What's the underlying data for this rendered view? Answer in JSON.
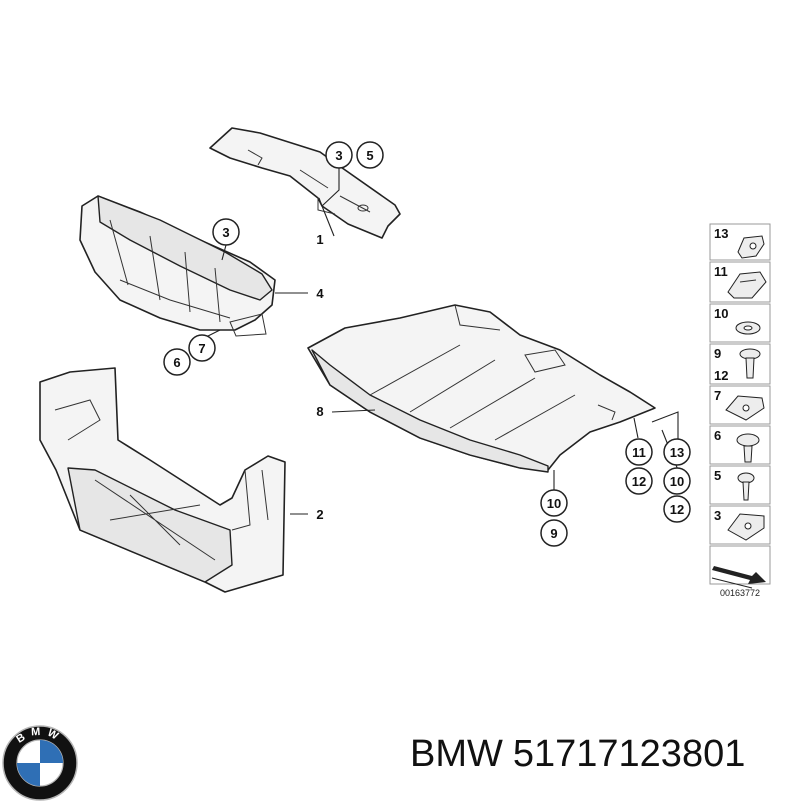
{
  "diagram": {
    "callouts": {
      "c1": "1",
      "c2": "2",
      "c3a": "3",
      "c5a": "5",
      "c3b": "3",
      "c4": "4",
      "c6": "6",
      "c7": "7",
      "c8": "8",
      "c10a": "10",
      "c9a": "9",
      "c11a": "11",
      "c12a": "12",
      "c13a": "13",
      "c10b": "10",
      "c12b": "12"
    },
    "legend": [
      {
        "number": "13",
        "icon": "clip-nut-icon"
      },
      {
        "number": "11",
        "icon": "spring-clip-icon"
      },
      {
        "number": "10",
        "icon": "washer-icon"
      },
      {
        "number": "9",
        "icon": "expanding-rivet-icon"
      },
      {
        "number": "12",
        "icon": "expanding-rivet-icon"
      },
      {
        "number": "7",
        "icon": "plate-nut-icon"
      },
      {
        "number": "6",
        "icon": "collar-screw-icon"
      },
      {
        "number": "5",
        "icon": "screw-icon"
      },
      {
        "number": "3",
        "icon": "plate-nut-icon"
      }
    ],
    "diagram_id": "00163772"
  },
  "footer": {
    "brand": "BMW",
    "part_number": "51717123801",
    "logo_letters": "BMW",
    "logo_colors": {
      "blue": "#2f6fb5",
      "black": "#111111",
      "white": "#ffffff",
      "ring": "#b5b5b5"
    }
  }
}
